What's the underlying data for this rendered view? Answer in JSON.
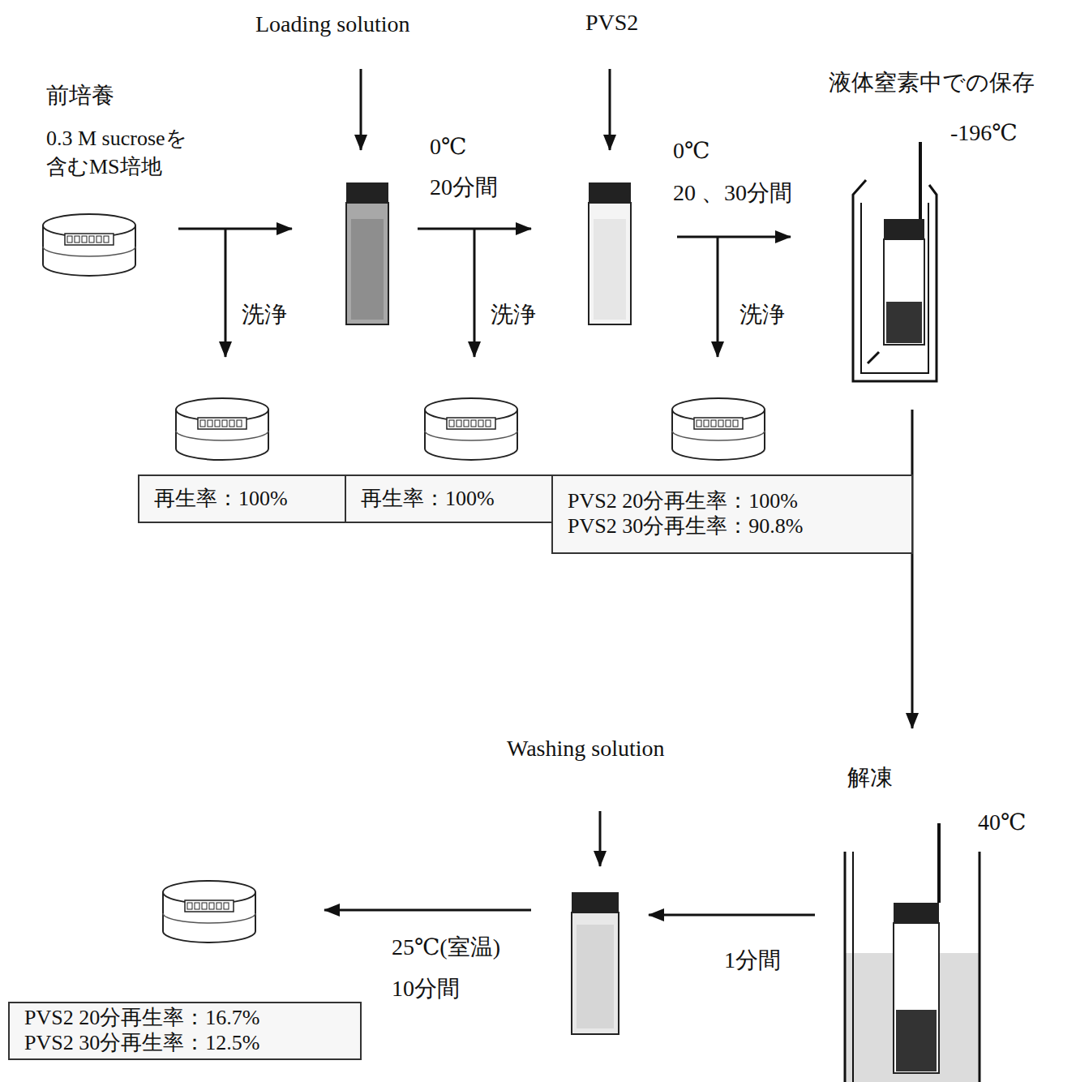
{
  "diagram": {
    "nodes": [
      {
        "text": [
          "再生率：100%"
        ]
      },
      {
        "text": [
          "再生率：100%"
        ]
      },
      {
        "text": [
          "PVS2 20分再生率：100%",
          "PVS2 30分再生率：90.8%"
        ]
      },
      {
        "text": [
          "PVS2 20分再生率：16.7%",
          "PVS2 30分再生率：12.5%"
        ]
      }
    ],
    "labels": [
      "Loading solution",
      "PVS2",
      "前培養",
      "液体窒素中での保存",
      "0.3 M sucroseを 含むMS培地",
      "0℃",
      "20分間",
      "0℃",
      "20 、30分間",
      "-196℃",
      "洗浄",
      "洗浄",
      "洗浄",
      "Washing solution",
      "解凍",
      "40℃",
      "25℃(室温)",
      "1分間",
      "10分間"
    ]
  }
}
